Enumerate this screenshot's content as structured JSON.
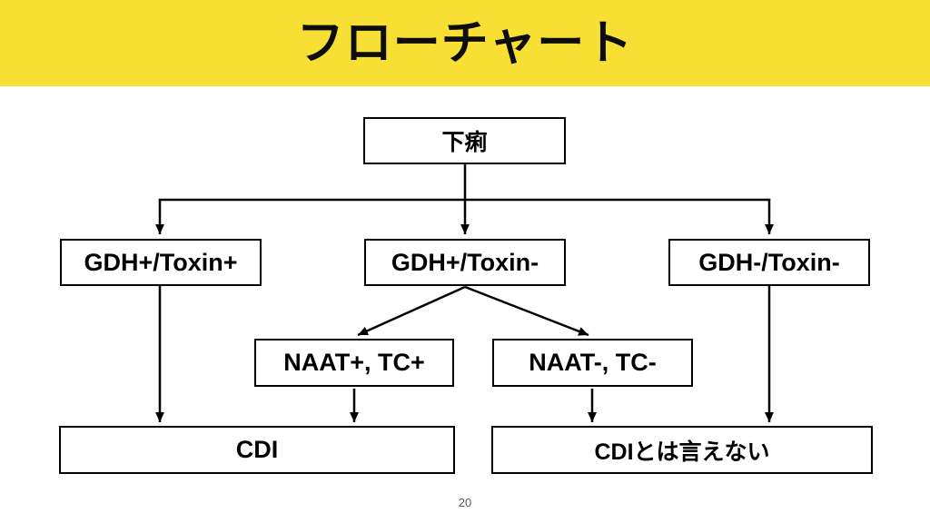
{
  "slide": {
    "title": "フローチャート",
    "page_number": "20"
  },
  "flowchart": {
    "nodes": {
      "root": "下痢",
      "gdh_pos_toxin_pos": "GDH+/Toxin+",
      "gdh_pos_toxin_neg": "GDH+/Toxin-",
      "gdh_neg_toxin_neg": "GDH-/Toxin-",
      "naat_pos_tc_pos": "NAAT+, TC+",
      "naat_neg_tc_neg": "NAAT-, TC-",
      "cdi": "CDI",
      "not_cdi": "CDIとは言えない"
    },
    "edges": [
      {
        "from": "下痢",
        "to": "GDH+/Toxin+"
      },
      {
        "from": "下痢",
        "to": "GDH+/Toxin-"
      },
      {
        "from": "下痢",
        "to": "GDH-/Toxin-"
      },
      {
        "from": "GDH+/Toxin-",
        "to": "NAAT+, TC+"
      },
      {
        "from": "GDH+/Toxin-",
        "to": "NAAT-, TC-"
      },
      {
        "from": "GDH+/Toxin+",
        "to": "CDI"
      },
      {
        "from": "NAAT+, TC+",
        "to": "CDI"
      },
      {
        "from": "NAAT-, TC-",
        "to": "CDIとは言えない"
      },
      {
        "from": "GDH-/Toxin-",
        "to": "CDIとは言えない"
      }
    ]
  },
  "colors": {
    "header_bg": "#F8DF33",
    "node_bg": "#FFFFFF",
    "node_border": "#000000",
    "arrow": "#000000",
    "text": "#000000",
    "page_number": "#595959",
    "background": "#FFFFFF"
  }
}
